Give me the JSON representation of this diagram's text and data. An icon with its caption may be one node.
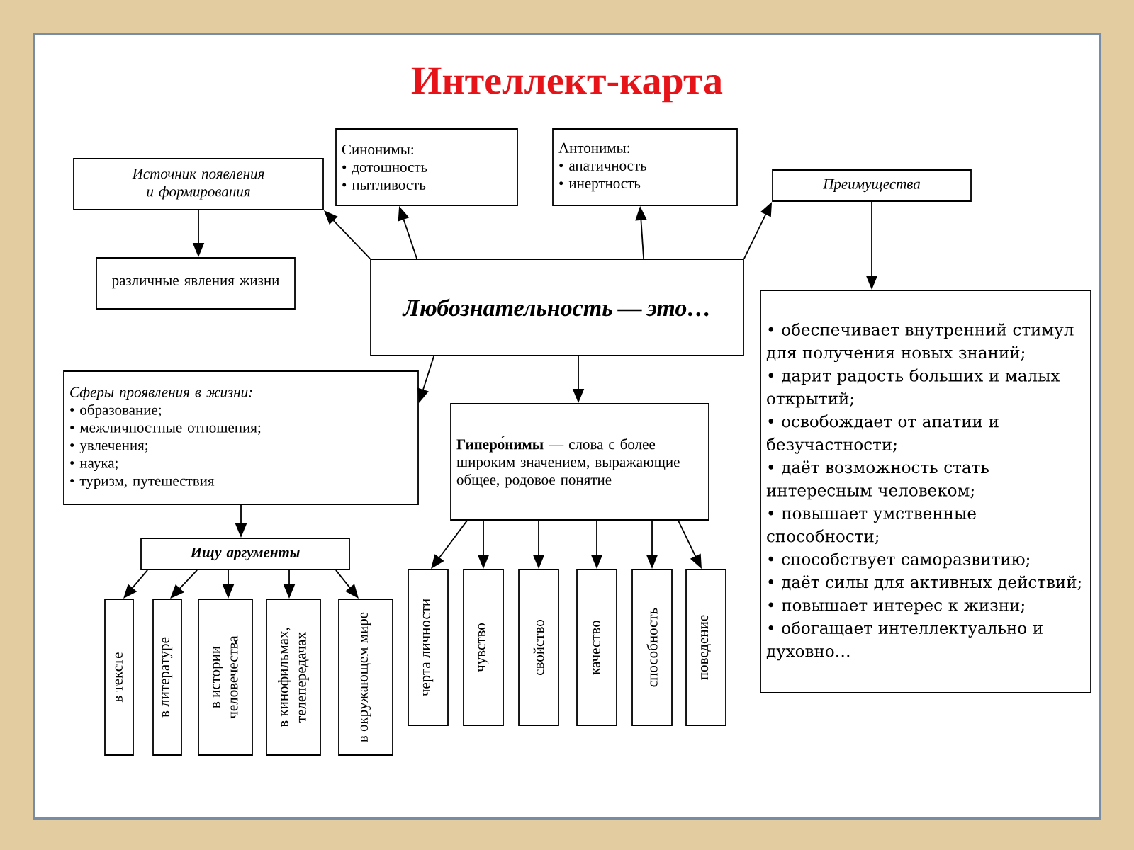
{
  "diagram": {
    "title": "Интеллект-карта",
    "nodes": [
      {
        "text": [
          "Источник появления и формирования"
        ]
      },
      {
        "text": [
          "различные явления жизни"
        ]
      },
      {
        "text": [
          "Синонимы:",
          "• дотошность",
          "• пытливость"
        ]
      },
      {
        "text": [
          "Антонимы:",
          "• апатичность",
          "• инертность"
        ]
      },
      {
        "text": [
          "Преимущества"
        ]
      },
      {
        "text": [
          "Любознательность — это…"
        ]
      },
      {
        "text": [
          "• обеспечивает внутренний стимул для получения новых знаний;",
          "• дарит радость больших и малых открытий;",
          "• освобождает от апатии и безучастности;",
          "• даёт возможность стать интересным человеком;",
          "• повышает умственные способности;",
          "• способствует саморазвитию;",
          "• даёт силы для активных действий;",
          "• повышает интерес к жизни;",
          "• обогащает интеллектуально и духовно…"
        ]
      },
      {
        "text": [
          "Сферы проявления в жизни:",
          "• образование;",
          "• межличностные отношения;",
          "• увлечения;",
          "• наука;",
          "• туризм, путешествия"
        ]
      },
      {
        "text": [
          "**Гиперо́нимы** — слова с более широким значением, выражающие общее, родовое понятие"
        ]
      },
      {
        "text": [
          "Ищу аргументы"
        ]
      },
      {
        "text": [
          "в тексте"
        ]
      },
      {
        "text": [
          "в литературе"
        ]
      },
      {
        "text": [
          "в истории человечества"
        ]
      },
      {
        "text": [
          "в кинофильмах, телепередачах"
        ]
      },
      {
        "text": [
          "в окружающем мире"
        ]
      },
      {
        "text": [
          "черта личности"
        ]
      },
      {
        "text": [
          "чувство"
        ]
      },
      {
        "text": [
          "свойство"
        ]
      },
      {
        "text": [
          "качество"
        ]
      },
      {
        "text": [
          "способность"
        ]
      },
      {
        "text": [
          "поведение"
        ]
      }
    ],
    "edges": [
      {
        "from": 5,
        "to": 0,
        "arrow": "to"
      },
      {
        "from": 5,
        "to": 2,
        "arrow": "to"
      },
      {
        "from": 5,
        "to": 3,
        "arrow": "to"
      },
      {
        "from": 5,
        "to": 4,
        "arrow": "to"
      },
      {
        "from": 0,
        "to": 1,
        "arrow": "to"
      },
      {
        "from": 4,
        "to": 6,
        "arrow": "to"
      },
      {
        "from": 5,
        "to": 7,
        "arrow": "to"
      },
      {
        "from": 5,
        "to": 8,
        "arrow": "to"
      },
      {
        "from": 7,
        "to": 9,
        "arrow": "to"
      },
      {
        "from": 9,
        "to": 10,
        "arrow": "to"
      },
      {
        "from": 9,
        "to": 11,
        "arrow": "to"
      },
      {
        "from": 9,
        "to": 12,
        "arrow": "to"
      },
      {
        "from": 9,
        "to": 13,
        "arrow": "to"
      },
      {
        "from": 9,
        "to": 14,
        "arrow": "to"
      },
      {
        "from": 8,
        "to": 15,
        "arrow": "to"
      },
      {
        "from": 8,
        "to": 16,
        "arrow": "to"
      },
      {
        "from": 8,
        "to": 17,
        "arrow": "to"
      },
      {
        "from": 8,
        "to": 18,
        "arrow": "to"
      },
      {
        "from": 8,
        "to": 19,
        "arrow": "to"
      },
      {
        "from": 8,
        "to": 20,
        "arrow": "to"
      }
    ]
  }
}
